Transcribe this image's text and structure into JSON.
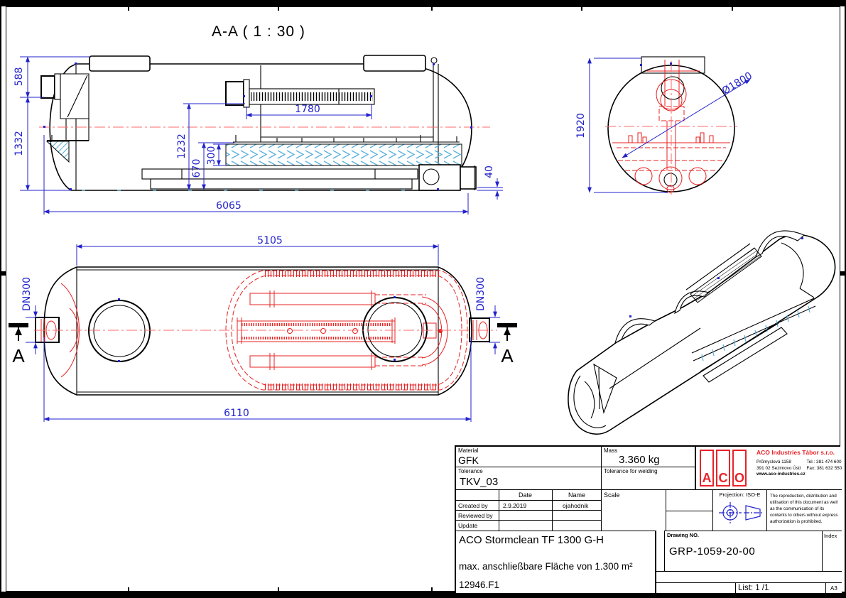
{
  "page": {
    "section_title": "A-A ( 1 : 30 )"
  },
  "side_view": {
    "d588": "588",
    "d1332": "1332",
    "d1232": "1232",
    "d670": "670",
    "d300": "300",
    "d1780": "1780",
    "d40": "40",
    "d6065": "6065"
  },
  "end_view": {
    "d1920": "1920",
    "d1800": "Ø1800"
  },
  "plan_view": {
    "d5105": "5105",
    "d6110": "6110",
    "dn300_left": "DN300",
    "dn300_right": "DN300",
    "marker": "A"
  },
  "title_block": {
    "material_label": "Material",
    "material_value": "GFK",
    "tolerance_label": "Tolerance",
    "tolerance_value": "TKV_03",
    "mass_label": "Mass",
    "mass_value": "3.360 kg",
    "weld_label": "Tolerance for welding",
    "date_header": "Date",
    "name_header": "Name",
    "created_label": "Created by",
    "created_date": "2.9.2019",
    "created_name": "ojahodnik",
    "reviewed_label": "Reviewed by",
    "update_label": "Update",
    "scale_label": "Scale",
    "projection_label": "Projection: ISO-E",
    "disclaimer": "The reproduction, distribution and utilisation of this document as well as the communication of its contents to others without express authorization is prohibited.",
    "company": {
      "name": "ACO Industries Tábor s.r.o.",
      "address1": "Průmyslová 1158",
      "address2": "391 02 Sezimovo Ústí",
      "web": "www.aco-industries.cz",
      "tel": "Tel.: 381 474 600",
      "fax": "Fax: 381 632 550",
      "logo_letters": [
        "A",
        "C",
        "O"
      ]
    },
    "product_line1": "ACO Stormclean TF 1300 G-H",
    "product_line2": "max. anschließbare Fläche von 1.300 m²",
    "product_line3": "12946.F1",
    "drawing_no_label": "Drawing NO.",
    "drawing_no_value": "GRP-1059-20-00",
    "index_label": "Index",
    "list_label": "List: 1 /1",
    "format_label": "A3"
  }
}
